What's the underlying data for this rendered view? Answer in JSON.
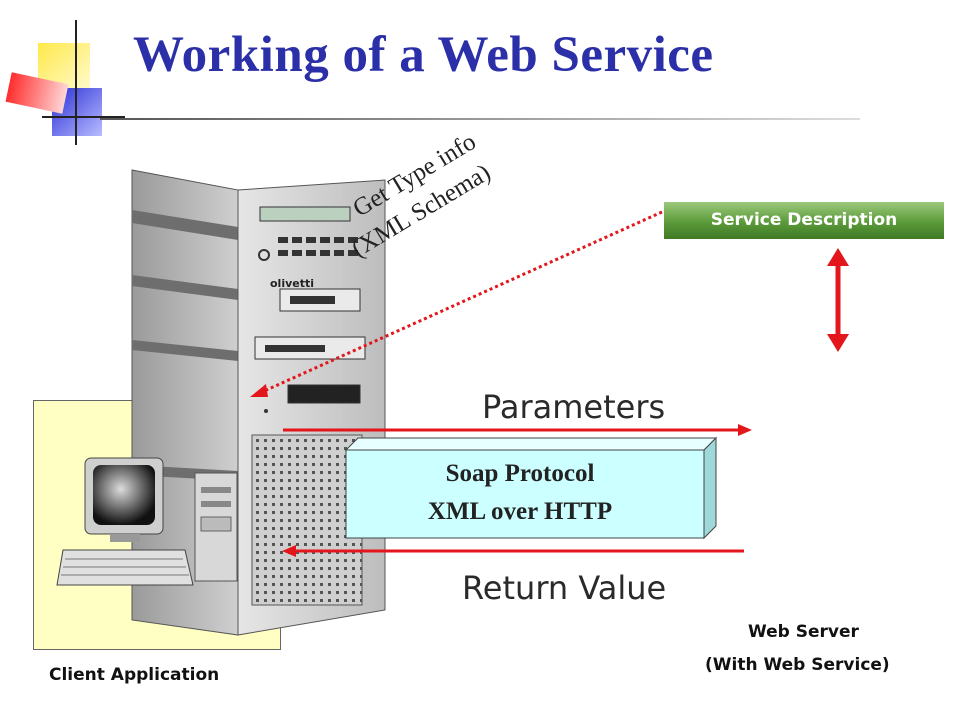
{
  "title": "Working of a Web Service",
  "service_description": "Service Description",
  "get_type_info": [
    "Get Type info",
    "(XML Schema)"
  ],
  "parameters": "Parameters",
  "soap_box": [
    "Soap Protocol",
    "XML over HTTP"
  ],
  "return_value": "Return Value",
  "web_server": [
    "Web Server",
    "(With Web Service)"
  ],
  "client_application": "Client Application",
  "server_brand": "olivetti",
  "colors": {
    "title": "#2b2fa8",
    "arrow": "#e3161c",
    "service_bar": "#5b9a3a",
    "soap_box": "#ccffff",
    "client_panel": "#ffffc4"
  }
}
